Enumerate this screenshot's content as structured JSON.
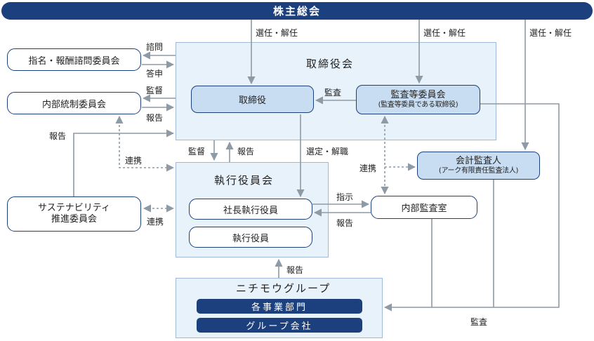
{
  "top": {
    "shareholders": "株主総会"
  },
  "board": {
    "title": "取締役会",
    "directors": "取締役",
    "audit_committee": "監査等委員会",
    "audit_committee_sub": "(監査等委員である取締役)"
  },
  "committees": {
    "nomination": "指名・報酬諮問委員会",
    "internal_control": "内部統制委員会",
    "sustainability_l1": "サステナビリティ",
    "sustainability_l2": "推進委員会"
  },
  "exec": {
    "title": "執行役員会",
    "president": "社長執行役員",
    "officers": "執行役員"
  },
  "accounting_auditor": {
    "name": "会計監査人",
    "sub": "(アーク有限責任監査法人)"
  },
  "internal_audit": "内部監査室",
  "group": {
    "title": "ニチモウグループ",
    "divisions": "各事業部門",
    "companies": "グループ会社"
  },
  "labels": {
    "elect1": "選任・解任",
    "elect2": "選任・解任",
    "elect3": "選任・解任",
    "consult": "諮問",
    "answer": "答申",
    "supervise1": "監督",
    "report1": "報告",
    "report_sus": "報告",
    "kansa1": "監査",
    "coop1": "連携",
    "supervise2": "監督",
    "report2": "報告",
    "select_dismiss": "選定・解職",
    "coop2": "連携",
    "coop3": "連携",
    "instruct": "指示",
    "report3": "報告",
    "report4": "報告",
    "kansa2": "監査"
  },
  "colors": {
    "navy": "#1c3f7d",
    "arrow": "#8e9aa5",
    "panel": "#e7f2fb",
    "light_box": "#c8ddf1"
  }
}
